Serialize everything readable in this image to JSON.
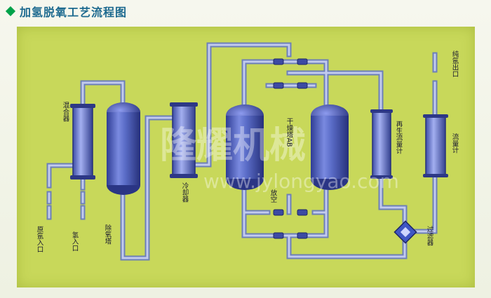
{
  "title": "加氢脱氧工艺流程图",
  "labels": {
    "mixer": "混合器",
    "deoxy_tower": "除氧塔",
    "cooler": "冷却器",
    "dryer": "干燥塔AB",
    "vent": "放空",
    "regen_flowmeter": "再生流量计",
    "flowmeter": "流量计",
    "pure_outlet": "纯氩出口",
    "filter": "过滤器",
    "raw_inlet": "原氩入口",
    "h2_inlet": "氢入口"
  },
  "watermark": {
    "brand": "隆耀机械",
    "url": "www.jylongyao.com"
  },
  "colors": {
    "panel": "#c8d85a",
    "pipe_edge": "#6d7fb8",
    "pipe_fill": "#c2cbee",
    "vessel": "#5a6cc7",
    "vessel_dark": "#2f3d95",
    "title": "#1d6a8f",
    "bullet": "#00a24a"
  }
}
